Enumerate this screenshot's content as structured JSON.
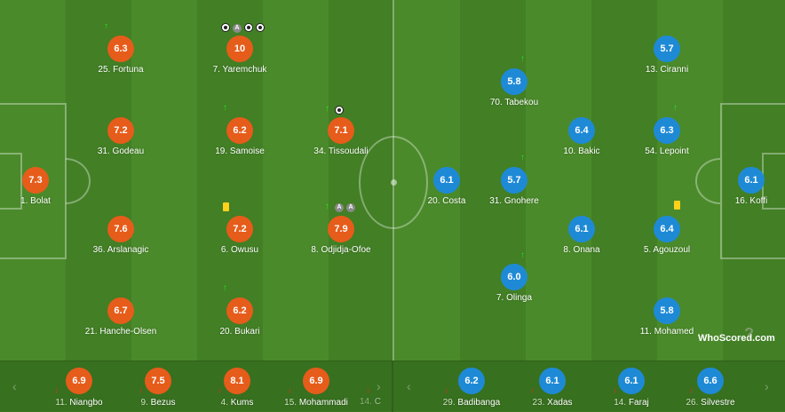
{
  "colors": {
    "home": "#e65c1a",
    "away": "#1e8ad6",
    "pitch": "#4a8a2a"
  },
  "logo": {
    "text": "WhoScored",
    "suffix": ".com",
    "mark": "?"
  },
  "home_players": [
    {
      "rating": "7.3",
      "label": "1. Bolat"
    },
    {
      "rating": "6.3",
      "label": "25. Fortuna"
    },
    {
      "rating": "7.2",
      "label": "31. Godeau"
    },
    {
      "rating": "7.6",
      "label": "36. Arslanagic"
    },
    {
      "rating": "6.7",
      "label": "21. Hanche-Olsen"
    },
    {
      "rating": "10",
      "label": "7. Yaremchuk"
    },
    {
      "rating": "6.2",
      "label": "19. Samoise"
    },
    {
      "rating": "7.2",
      "label": "6. Owusu"
    },
    {
      "rating": "6.2",
      "label": "20. Bukari"
    },
    {
      "rating": "7.1",
      "label": "34. Tissoudali"
    },
    {
      "rating": "7.9",
      "label": "8. Odjidja-Ofoe"
    }
  ],
  "away_players": [
    {
      "rating": "6.1",
      "label": "20. Costa"
    },
    {
      "rating": "5.8",
      "label": "70. Tabekou"
    },
    {
      "rating": "5.7",
      "label": "31. Gnohere"
    },
    {
      "rating": "6.0",
      "label": "7. Olinga"
    },
    {
      "rating": "6.4",
      "label": "10. Bakic"
    },
    {
      "rating": "6.1",
      "label": "8. Onana"
    },
    {
      "rating": "5.7",
      "label": "13. Ciranni"
    },
    {
      "rating": "6.3",
      "label": "54. Lepoint"
    },
    {
      "rating": "6.4",
      "label": "5. Agouzoul"
    },
    {
      "rating": "5.8",
      "label": "11. Mohamed"
    },
    {
      "rating": "6.1",
      "label": "16. Koffi"
    }
  ],
  "assist_letter": "A",
  "home_subs": [
    {
      "rating": "6.9",
      "num": "11.",
      "name": "Niangbo"
    },
    {
      "rating": "7.5",
      "num": "9.",
      "name": "Bezus"
    },
    {
      "rating": "8.1",
      "num": "4.",
      "name": "Kums"
    },
    {
      "rating": "6.9",
      "num": "15.",
      "name": "Mohammadi"
    },
    {
      "num": "14.",
      "name": "C"
    }
  ],
  "away_subs": [
    {
      "rating": "6.2",
      "num": "29.",
      "name": "Badibanga"
    },
    {
      "rating": "6.1",
      "num": "23.",
      "name": "Xadas"
    },
    {
      "rating": "6.1",
      "num": "14.",
      "name": "Faraj"
    },
    {
      "rating": "6.6",
      "num": "26.",
      "name": "Silvestre"
    }
  ],
  "bench_nav": {
    "prev": "‹",
    "next": "›"
  },
  "icons": {
    "sub_on": "arrow-up-icon",
    "sub_off": "arrow-down-icon",
    "goal": "ball-icon",
    "assist": "assist-icon",
    "card": "yellow-card-icon"
  }
}
